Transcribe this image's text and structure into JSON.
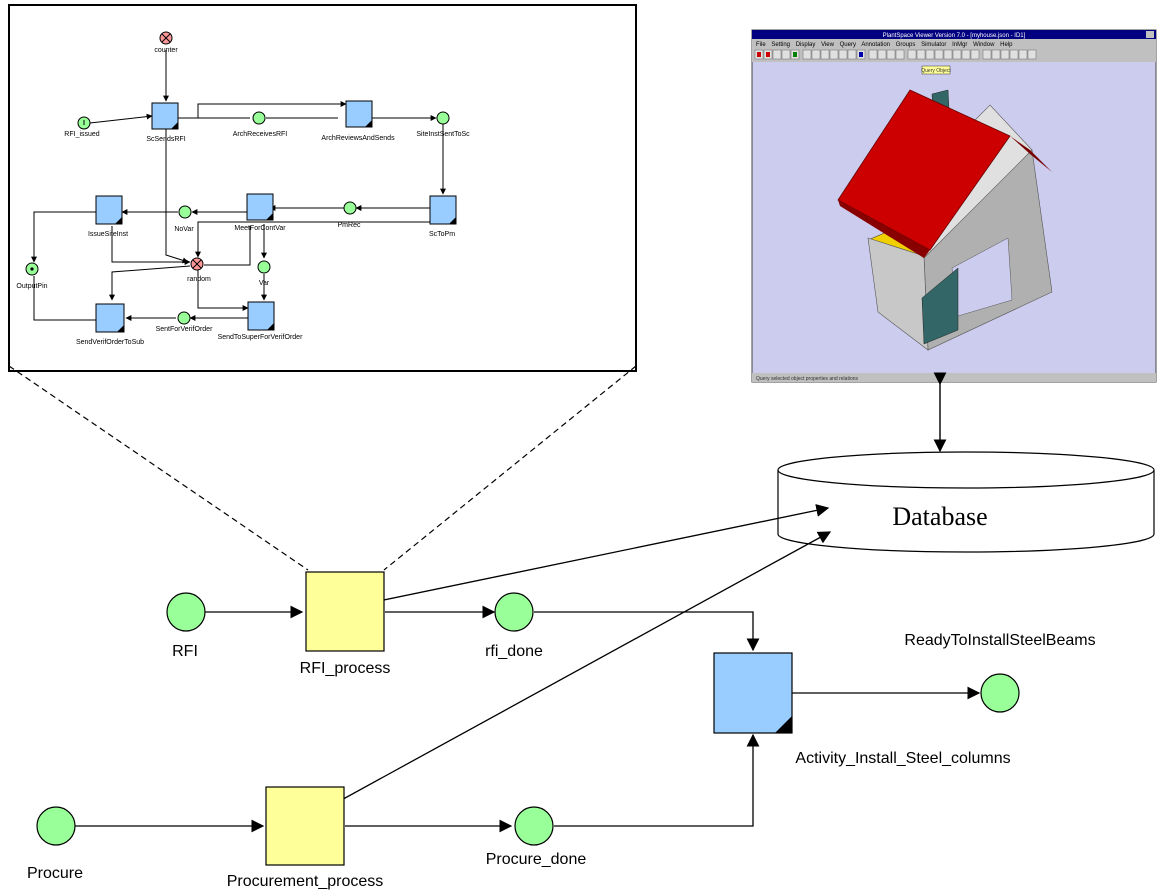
{
  "main_diagram": {
    "places": {
      "rfi": "RFI",
      "rfi_done": "rfi_done",
      "procure": "Procure",
      "procure_done": "Procure_done",
      "ready": "ReadyToInstallSteelBeams"
    },
    "transitions": {
      "rfi_process": "RFI_process",
      "procurement_process": "Procurement_process",
      "install": "Activity_Install_Steel_columns"
    },
    "database": "Database"
  },
  "subnet": {
    "labels": {
      "counter": "counter",
      "rfi_issued": "RFI_issued",
      "sc_sends_rfi": "ScSendsRFI",
      "arch_receives_rfi": "ArchReceivesRFI",
      "arch_reviews": "ArchReviewsAndSends",
      "site_inst_sent": "SiteInstSentToSc",
      "issue_site_inst": "IssueSiteInst",
      "no_var": "NoVar",
      "meet_for_cont_var": "MeetForContVar",
      "pm_rec": "PmRec",
      "sc_to_pm": "ScToPm",
      "output_pin": "OutputPin",
      "random": "random",
      "var": "Var",
      "send_verif_order": "SendVerifOrderToSub",
      "sent_for_verif": "SentForVerifOrder",
      "send_to_super": "SendToSuperForVerifOrder"
    }
  },
  "viewer": {
    "title": "PlantSpace Viewer  Version 7.0 - [myhouse.json - ID1]",
    "menu": [
      "File",
      "Setting",
      "Display",
      "View",
      "Query",
      "Annotation",
      "Groups",
      "Simulator",
      "InMgr",
      "Window",
      "Help"
    ],
    "tooltip": "Query Object",
    "status": "Query selected object properties and relations"
  },
  "colors": {
    "place_fill": "#99ff99",
    "transition_blue": "#99ccff",
    "transition_yellow": "#ffff99",
    "random_fill": "#ff9999",
    "viewer_bg": "#ccccee",
    "roof": "#cc0000",
    "wall": "#c8c8c8",
    "teal": "#336666"
  }
}
